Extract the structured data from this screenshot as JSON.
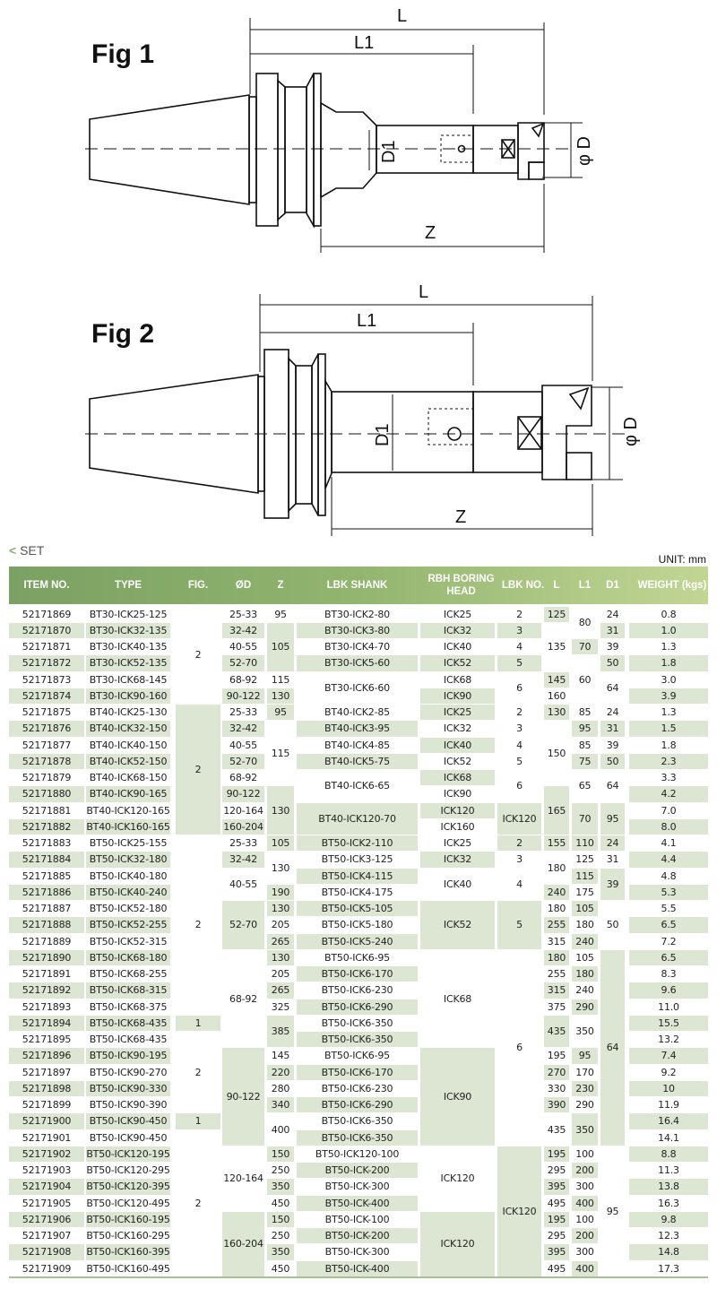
{
  "figures": [
    {
      "label": "Fig 1",
      "dims": {
        "L": "L",
        "L1": "L1",
        "Z": "Z",
        "D1": "D1",
        "D": "φ D"
      }
    },
    {
      "label": "Fig 2",
      "dims": {
        "L": "L",
        "L1": "L1",
        "Z": "Z",
        "D1": "D1",
        "D": "φ D"
      }
    }
  ],
  "set_label": "SET",
  "set_icon": "chevron-left-icon",
  "unit": "UNIT: mm",
  "colors": {
    "header_start": "#7aa163",
    "header_end": "#c2d694",
    "shade": "#dde6d3"
  },
  "headers": [
    "ITEM NO.",
    "TYPE",
    "FIG.",
    "ØD",
    "Z",
    "LBK SHANK",
    "RBH BORING HEAD",
    "LBK NO.",
    "L",
    "L1",
    "D1",
    "WEIGHT (kgs)"
  ],
  "rows": [
    {
      "item": "52171869",
      "type": "BT30-ICK25-125",
      "weight": "0.8"
    },
    {
      "item": "52171870",
      "type": "BT30-ICK32-135",
      "weight": "1.0"
    },
    {
      "item": "52171871",
      "type": "BT30-ICK40-135",
      "weight": "1.3"
    },
    {
      "item": "52171872",
      "type": "BT30-ICK52-135",
      "weight": "1.8"
    },
    {
      "item": "52171873",
      "type": "BT30-ICK68-145",
      "weight": "3.0"
    },
    {
      "item": "52171874",
      "type": "BT30-ICK90-160",
      "weight": "3.9"
    },
    {
      "item": "52171875",
      "type": "BT40-ICK25-130",
      "weight": "1.3"
    },
    {
      "item": "52171876",
      "type": "BT40-ICK32-150",
      "weight": "1.5"
    },
    {
      "item": "52171877",
      "type": "BT40-ICK40-150",
      "weight": "1.8"
    },
    {
      "item": "52171878",
      "type": "BT40-ICK52-150",
      "weight": "2.3"
    },
    {
      "item": "52171879",
      "type": "BT40-ICK68-150",
      "weight": "3.3"
    },
    {
      "item": "52171880",
      "type": "BT40-ICK90-165",
      "weight": "4.2"
    },
    {
      "item": "52171881",
      "type": "BT40-ICK120-165",
      "weight": "7.0"
    },
    {
      "item": "52171882",
      "type": "BT40-ICK160-165",
      "weight": "8.0"
    },
    {
      "item": "52171883",
      "type": "BT50-ICK25-155",
      "weight": "4.1"
    },
    {
      "item": "52171884",
      "type": "BT50-ICK32-180",
      "weight": "4.4"
    },
    {
      "item": "52171885",
      "type": "BT50-ICK40-180",
      "weight": "4.8"
    },
    {
      "item": "52171886",
      "type": "BT50-ICK40-240",
      "weight": "5.3"
    },
    {
      "item": "52171887",
      "type": "BT50-ICK52-180",
      "weight": "5.5"
    },
    {
      "item": "52171888",
      "type": "BT50-ICK52-255",
      "weight": "6.5"
    },
    {
      "item": "52171889",
      "type": "BT50-ICK52-315",
      "weight": "7.2"
    },
    {
      "item": "52171890",
      "type": "BT50-ICK68-180",
      "weight": "6.5"
    },
    {
      "item": "52171891",
      "type": "BT50-ICK68-255",
      "weight": "8.3"
    },
    {
      "item": "52171892",
      "type": "BT50-ICK68-315",
      "weight": "9.6"
    },
    {
      "item": "52171893",
      "type": "BT50-ICK68-375",
      "weight": "11.0"
    },
    {
      "item": "52171894",
      "type": "BT50-ICK68-435",
      "weight": "15.5"
    },
    {
      "item": "52171895",
      "type": "BT50-ICK68-435",
      "weight": "13.2"
    },
    {
      "item": "52171896",
      "type": "BT50-ICK90-195",
      "weight": "7.4"
    },
    {
      "item": "52171897",
      "type": "BT50-ICK90-270",
      "weight": "9.2"
    },
    {
      "item": "52171898",
      "type": "BT50-ICK90-330",
      "weight": "10"
    },
    {
      "item": "52171899",
      "type": "BT50-ICK90-390",
      "weight": "11.9"
    },
    {
      "item": "52171900",
      "type": "BT50-ICK90-450",
      "weight": "16.4"
    },
    {
      "item": "52171901",
      "type": "BT50-ICK90-450",
      "weight": "14.1"
    },
    {
      "item": "52171902",
      "type": "BT50-ICK120-195",
      "weight": "8.8"
    },
    {
      "item": "52171903",
      "type": "BT50-ICK120-295",
      "weight": "11.3"
    },
    {
      "item": "52171904",
      "type": "BT50-ICK120-395",
      "weight": "13.8"
    },
    {
      "item": "52171905",
      "type": "BT50-ICK120-495",
      "weight": "16.3"
    },
    {
      "item": "52171906",
      "type": "BT50-ICK160-195",
      "weight": "9.8"
    },
    {
      "item": "52171907",
      "type": "BT50-ICK160-295",
      "weight": "12.3"
    },
    {
      "item": "52171908",
      "type": "BT50-ICK160-395",
      "weight": "14.8"
    },
    {
      "item": "52171909",
      "type": "BT50-ICK160-495",
      "weight": "17.3"
    }
  ],
  "merged_columns": {
    "fig": [
      [
        "2",
        6,
        0
      ],
      [
        "2",
        8,
        1
      ],
      [
        "2",
        11,
        0
      ],
      [
        "1",
        1,
        1
      ],
      [
        "2",
        5,
        0
      ],
      [
        "1",
        1,
        1
      ],
      [
        "2",
        9,
        0
      ]
    ],
    "od": [
      [
        "25-33",
        1,
        0
      ],
      [
        "32-42",
        1,
        1
      ],
      [
        "40-55",
        1,
        0
      ],
      [
        "52-70",
        1,
        1
      ],
      [
        "68-92",
        1,
        0
      ],
      [
        "90-122",
        1,
        1
      ],
      [
        "25-33",
        1,
        0
      ],
      [
        "32-42",
        1,
        1
      ],
      [
        "40-55",
        1,
        0
      ],
      [
        "52-70",
        1,
        1
      ],
      [
        "68-92",
        1,
        0
      ],
      [
        "90-122",
        1,
        1
      ],
      [
        "120-164",
        1,
        0
      ],
      [
        "160-204",
        1,
        1
      ],
      [
        "25-33",
        1,
        0
      ],
      [
        "32-42",
        1,
        1
      ],
      [
        "40-55",
        2,
        0
      ],
      [
        "52-70",
        3,
        1
      ],
      [
        "68-92",
        6,
        0
      ],
      [
        "90-122",
        6,
        1
      ],
      [
        "120-164",
        4,
        0
      ],
      [
        "160-204",
        4,
        1
      ]
    ],
    "z": [
      [
        "95",
        1,
        0
      ],
      [
        "105",
        3,
        1
      ],
      [
        "115",
        1,
        0
      ],
      [
        "130",
        1,
        1
      ],
      [
        "95",
        1,
        1
      ],
      [
        "115",
        4,
        0
      ],
      [
        "130",
        3,
        1
      ],
      [
        "105",
        1,
        1
      ],
      [
        "130",
        2,
        0
      ],
      [
        "190",
        1,
        1
      ],
      [
        "130",
        1,
        1
      ],
      [
        "205",
        1,
        0
      ],
      [
        "265",
        1,
        1
      ],
      [
        "130",
        1,
        1
      ],
      [
        "205",
        1,
        0
      ],
      [
        "265",
        1,
        1
      ],
      [
        "325",
        1,
        0
      ],
      [
        "385",
        2,
        1
      ],
      [
        "145",
        1,
        0
      ],
      [
        "220",
        1,
        1
      ],
      [
        "280",
        1,
        0
      ],
      [
        "340",
        1,
        1
      ],
      [
        "400",
        2,
        0
      ],
      [
        "150",
        1,
        1
      ],
      [
        "250",
        1,
        0
      ],
      [
        "350",
        1,
        1
      ],
      [
        "450",
        1,
        0
      ],
      [
        "150",
        1,
        1
      ],
      [
        "250",
        1,
        0
      ],
      [
        "350",
        1,
        1
      ],
      [
        "450",
        1,
        0
      ]
    ],
    "shank": [
      [
        "BT30-ICK2-80",
        1,
        0
      ],
      [
        "BT30-ICK3-80",
        1,
        1
      ],
      [
        "BT30-ICK4-70",
        1,
        0
      ],
      [
        "BT30-ICK5-60",
        1,
        1
      ],
      [
        "BT30-ICK6-60",
        2,
        0
      ],
      [
        "BT40-ICK2-85",
        1,
        0
      ],
      [
        "BT40-ICK3-95",
        1,
        1
      ],
      [
        "BT40-ICK4-85",
        1,
        0
      ],
      [
        "BT40-ICK5-75",
        1,
        1
      ],
      [
        "BT40-ICK6-65",
        2,
        0
      ],
      [
        "BT40-ICK120-70",
        2,
        1
      ],
      [
        "BT50-ICK2-110",
        1,
        1
      ],
      [
        "BT50-ICK3-125",
        1,
        0
      ],
      [
        "BT50-ICK4-115",
        1,
        1
      ],
      [
        "BT50-ICK4-175",
        1,
        0
      ],
      [
        "BT50-ICK5-105",
        1,
        1
      ],
      [
        "BT50-ICK5-180",
        1,
        0
      ],
      [
        "BT50-ICK5-240",
        1,
        1
      ],
      [
        "BT50-ICK6-95",
        1,
        0
      ],
      [
        "BT50-ICK6-170",
        1,
        1
      ],
      [
        "BT50-ICK6-230",
        1,
        0
      ],
      [
        "BT50-ICK6-290",
        1,
        1
      ],
      [
        "BT50-ICK6-350",
        1,
        0
      ],
      [
        "BT50-ICK6-350",
        1,
        1
      ],
      [
        "BT50-ICK6-95",
        1,
        0
      ],
      [
        "BT50-ICK6-170",
        1,
        1
      ],
      [
        "BT50-ICK6-230",
        1,
        0
      ],
      [
        "BT50-ICK6-290",
        1,
        1
      ],
      [
        "BT50-ICK6-350",
        1,
        0
      ],
      [
        "BT50-ICK6-350",
        1,
        1
      ],
      [
        "BT50-ICK120-100",
        1,
        0
      ],
      [
        "BT50-ICK-200",
        1,
        1
      ],
      [
        "BT50-ICK-300",
        1,
        0
      ],
      [
        "BT50-ICK-400",
        1,
        1
      ],
      [
        "BT50-ICK-100",
        1,
        0
      ],
      [
        "BT50-ICK-200",
        1,
        1
      ],
      [
        "BT50-ICK-300",
        1,
        0
      ],
      [
        "BT50-ICK-400",
        1,
        1
      ]
    ],
    "rbh": [
      [
        "ICK25",
        1,
        0
      ],
      [
        "ICK32",
        1,
        1
      ],
      [
        "ICK40",
        1,
        0
      ],
      [
        "ICK52",
        1,
        1
      ],
      [
        "ICK68",
        1,
        0
      ],
      [
        "ICK90",
        1,
        1
      ],
      [
        "ICK25",
        1,
        1
      ],
      [
        "ICK32",
        1,
        0
      ],
      [
        "ICK40",
        1,
        1
      ],
      [
        "ICK52",
        1,
        0
      ],
      [
        "ICK68",
        1,
        1
      ],
      [
        "ICK90",
        1,
        0
      ],
      [
        "ICK120",
        1,
        1
      ],
      [
        "ICK160",
        1,
        0
      ],
      [
        "ICK25",
        1,
        0
      ],
      [
        "ICK32",
        1,
        1
      ],
      [
        "ICK40",
        2,
        0
      ],
      [
        "ICK52",
        3,
        1
      ],
      [
        "ICK68",
        6,
        0
      ],
      [
        "ICK90",
        6,
        1
      ],
      [
        "ICK120",
        4,
        0
      ],
      [
        "ICK120",
        4,
        1
      ]
    ],
    "lbkno": [
      [
        "2",
        1,
        0
      ],
      [
        "3",
        1,
        1
      ],
      [
        "4",
        1,
        0
      ],
      [
        "5",
        1,
        1
      ],
      [
        "6",
        2,
        0
      ],
      [
        "2",
        1,
        0
      ],
      [
        "3",
        1,
        0
      ],
      [
        "4",
        1,
        0
      ],
      [
        "5",
        1,
        0
      ],
      [
        "6",
        2,
        0
      ],
      [
        "ICK120",
        2,
        1
      ],
      [
        "2",
        1,
        1
      ],
      [
        "3",
        1,
        0
      ],
      [
        "4",
        2,
        0
      ],
      [
        "5",
        3,
        1
      ],
      [
        "6",
        12,
        0
      ],
      [
        "ICK120",
        8,
        1
      ]
    ],
    "l": [
      [
        "125",
        1,
        1
      ],
      [
        "135",
        3,
        0
      ],
      [
        "145",
        1,
        1
      ],
      [
        "160",
        1,
        0
      ],
      [
        "130",
        1,
        1
      ],
      [
        "150",
        4,
        0
      ],
      [
        "165",
        3,
        1
      ],
      [
        "155",
        1,
        1
      ],
      [
        "180",
        2,
        0
      ],
      [
        "240",
        1,
        1
      ],
      [
        "180",
        1,
        0
      ],
      [
        "255",
        1,
        1
      ],
      [
        "315",
        1,
        0
      ],
      [
        "180",
        1,
        1
      ],
      [
        "255",
        1,
        0
      ],
      [
        "315",
        1,
        1
      ],
      [
        "375",
        1,
        0
      ],
      [
        "435",
        2,
        1
      ],
      [
        "195",
        1,
        0
      ],
      [
        "270",
        1,
        1
      ],
      [
        "330",
        1,
        0
      ],
      [
        "390",
        1,
        1
      ],
      [
        "435",
        2,
        0
      ],
      [
        "195",
        1,
        1
      ],
      [
        "295",
        1,
        0
      ],
      [
        "395",
        1,
        1
      ],
      [
        "495",
        1,
        0
      ],
      [
        "195",
        1,
        1
      ],
      [
        "295",
        1,
        0
      ],
      [
        "395",
        1,
        1
      ],
      [
        "495",
        1,
        0
      ]
    ],
    "l1": [
      [
        "80",
        2,
        0
      ],
      [
        "70",
        1,
        1
      ],
      [
        "",
        1,
        0
      ],
      [
        "60",
        1,
        0
      ],
      [
        "",
        1,
        0
      ],
      [
        "85",
        1,
        0
      ],
      [
        "95",
        1,
        1
      ],
      [
        "85",
        1,
        0
      ],
      [
        "75",
        1,
        1
      ],
      [
        "65",
        2,
        0
      ],
      [
        "70",
        2,
        1
      ],
      [
        "110",
        1,
        1
      ],
      [
        "125",
        1,
        0
      ],
      [
        "115",
        1,
        1
      ],
      [
        "175",
        1,
        0
      ],
      [
        "105",
        1,
        1
      ],
      [
        "180",
        1,
        0
      ],
      [
        "240",
        1,
        1
      ],
      [
        "105",
        1,
        0
      ],
      [
        "180",
        1,
        1
      ],
      [
        "240",
        1,
        0
      ],
      [
        "290",
        1,
        1
      ],
      [
        "350",
        2,
        0
      ],
      [
        "95",
        1,
        1
      ],
      [
        "170",
        1,
        0
      ],
      [
        "230",
        1,
        1
      ],
      [
        "290",
        1,
        0
      ],
      [
        "350",
        2,
        1
      ],
      [
        "100",
        1,
        0
      ],
      [
        "200",
        1,
        1
      ],
      [
        "300",
        1,
        0
      ],
      [
        "400",
        1,
        1
      ],
      [
        "100",
        1,
        0
      ],
      [
        "200",
        1,
        1
      ],
      [
        "300",
        1,
        0
      ],
      [
        "400",
        1,
        1
      ]
    ],
    "d1": [
      [
        "24",
        1,
        0
      ],
      [
        "31",
        1,
        1
      ],
      [
        "39",
        1,
        0
      ],
      [
        "50",
        1,
        1
      ],
      [
        "64",
        2,
        0
      ],
      [
        "24",
        1,
        0
      ],
      [
        "31",
        1,
        1
      ],
      [
        "39",
        1,
        0
      ],
      [
        "50",
        1,
        1
      ],
      [
        "64",
        2,
        0
      ],
      [
        "95",
        2,
        1
      ],
      [
        "24",
        1,
        1
      ],
      [
        "31",
        1,
        0
      ],
      [
        "39",
        2,
        1
      ],
      [
        "50",
        3,
        0
      ],
      [
        "64",
        12,
        1
      ],
      [
        "95",
        8,
        0
      ]
    ]
  }
}
